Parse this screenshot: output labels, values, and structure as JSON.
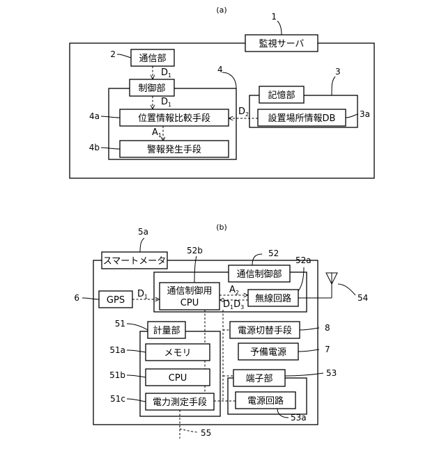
{
  "figure_a": {
    "caption": "(a)",
    "server": {
      "ref": "1",
      "label": "監視サーバ"
    },
    "comm": {
      "ref": "2",
      "label": "通信部"
    },
    "control": {
      "ref": "4",
      "label": "制御部"
    },
    "compare": {
      "ref": "4a",
      "label": "位置情報比較手段"
    },
    "alarm": {
      "ref": "4b",
      "label": "警報発生手段"
    },
    "storage": {
      "ref": "3",
      "label": "記憶部"
    },
    "db": {
      "ref": "3a",
      "label": "設置場所情報DB"
    },
    "signals": {
      "d1a": {
        "main": "D",
        "sub": "1"
      },
      "d1b": {
        "main": "D",
        "sub": "1"
      },
      "d2": {
        "main": "D",
        "sub": "2"
      },
      "a1": {
        "main": "A",
        "sub": "1"
      }
    }
  },
  "figure_b": {
    "caption": "(b)",
    "meter": {
      "ref": "5a",
      "label": "スマートメータ"
    },
    "comm_ctrl": {
      "ref": "52",
      "label": "通信制御部"
    },
    "cpu_comm": {
      "ref": "52b",
      "label_line1": "通信制御用",
      "label_line2": "CPU"
    },
    "radio": {
      "ref": "52a",
      "label": "無線回路"
    },
    "gps": {
      "ref": "6",
      "label": "GPS"
    },
    "antenna": {
      "ref": "54"
    },
    "measure": {
      "ref": "51",
      "label": "計量部"
    },
    "memory": {
      "ref": "51a",
      "label": "メモリ"
    },
    "cpu": {
      "ref": "51b",
      "label": "CPU"
    },
    "power_meas": {
      "ref": "51c",
      "label": "電力測定手段"
    },
    "switch": {
      "ref": "8",
      "label": "電源切替手段"
    },
    "backup": {
      "ref": "7",
      "label": "予備電源"
    },
    "terminal": {
      "ref": "53",
      "label": "端子部"
    },
    "psu": {
      "ref": "53a",
      "label": "電源回路"
    },
    "line_ref": {
      "ref": "55"
    },
    "signals": {
      "d1": {
        "main": "D",
        "sub": "1"
      },
      "a2": {
        "main": "A",
        "sub": "2"
      },
      "d1b": {
        "main": "D",
        "sub": "1"
      },
      "d3": {
        "main": "D",
        "sub": "3"
      }
    }
  }
}
